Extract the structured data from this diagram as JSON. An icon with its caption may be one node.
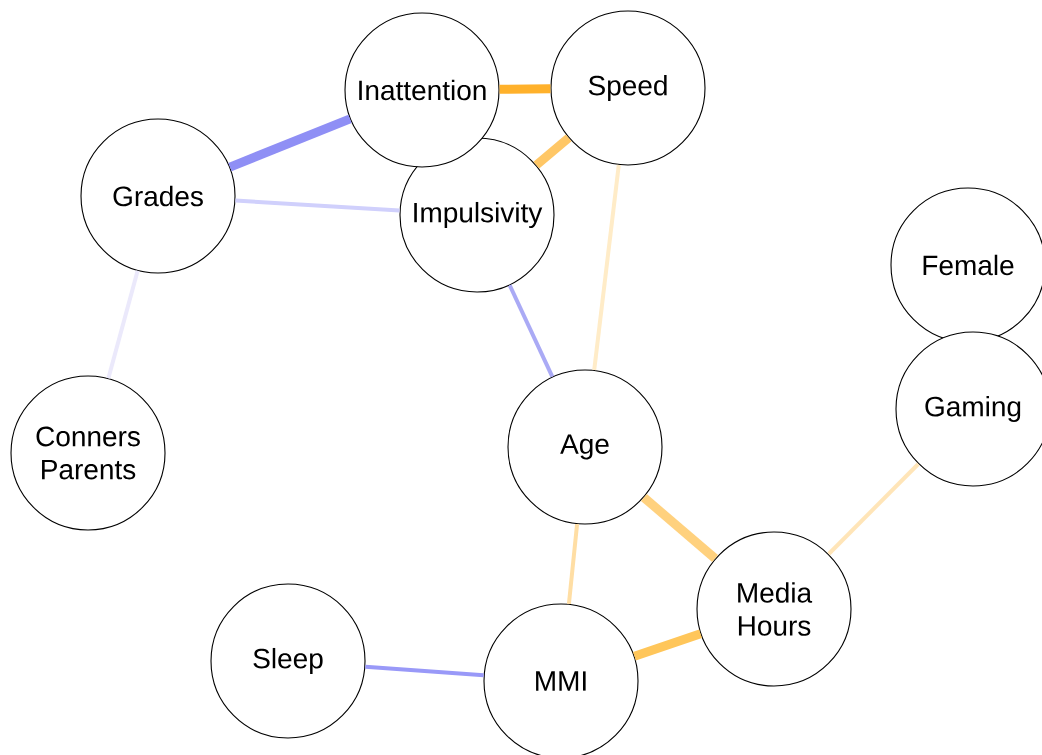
{
  "diagram": {
    "nodes": [
      {
        "text": [
          "Inattention"
        ]
      },
      {
        "text": [
          "Speed"
        ]
      },
      {
        "text": [
          "Grades"
        ]
      },
      {
        "text": [
          "Impulsivity"
        ]
      },
      {
        "text": [
          "Female"
        ]
      },
      {
        "text": [
          "Gaming"
        ]
      },
      {
        "text": [
          "Conners Parents"
        ]
      },
      {
        "text": [
          "Age"
        ]
      },
      {
        "text": [
          "Media Hours"
        ]
      },
      {
        "text": [
          "Sleep"
        ]
      },
      {
        "text": [
          "MMI"
        ]
      }
    ],
    "edges": [
      {
        "from": 2,
        "to": 0,
        "arrow": "none",
        "style": "thick",
        "color": "#8f8ff5"
      },
      {
        "from": 0,
        "to": 1,
        "arrow": "none",
        "style": "thick",
        "color": "#ffb12b"
      },
      {
        "from": 3,
        "to": 1,
        "arrow": "none",
        "style": "thick",
        "color": "#ffc766"
      },
      {
        "from": 2,
        "to": 3,
        "arrow": "none",
        "color": "#d0d0fc"
      },
      {
        "from": 2,
        "to": 6,
        "arrow": "none",
        "color": "#ebe9fb"
      },
      {
        "from": 3,
        "to": 7,
        "arrow": "none",
        "color": "#aaaaf5"
      },
      {
        "from": 1,
        "to": 7,
        "arrow": "none",
        "color": "#ffecc8"
      },
      {
        "from": 7,
        "to": 8,
        "arrow": "none",
        "style": "thick",
        "color": "#ffd17e"
      },
      {
        "from": 7,
        "to": 10,
        "arrow": "none",
        "color": "#ffdea4"
      },
      {
        "from": 5,
        "to": 8,
        "arrow": "none",
        "color": "#ffe5b8"
      },
      {
        "from": 8,
        "to": 10,
        "arrow": "none",
        "style": "thick",
        "color": "#ffc65a"
      },
      {
        "from": 9,
        "to": 10,
        "arrow": "none",
        "color": "#9999f8"
      }
    ]
  }
}
